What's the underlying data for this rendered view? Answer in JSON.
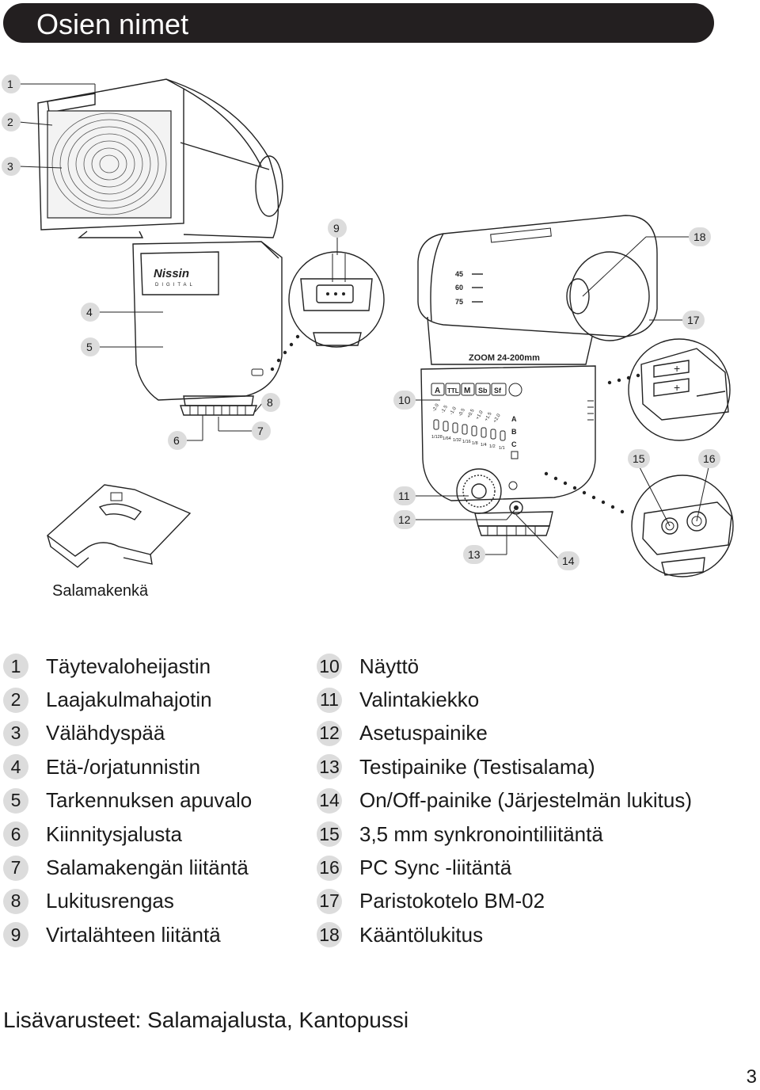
{
  "header": {
    "title": "Osien nimet"
  },
  "figure": {
    "device_brand": "Nissin",
    "device_brand_sub": "DIGITAL",
    "zoom_text": "ZOOM 24-200mm",
    "mode_buttons": [
      "A",
      "TTL",
      "M",
      "Sb",
      "Sf"
    ],
    "zoom_marks": [
      "45",
      "60",
      "75"
    ],
    "ev_scale": [
      "-2.0",
      "-1.5",
      "-1.0",
      "-0.5",
      "+0.5",
      "+1.0",
      "+1.5",
      "+2.0"
    ],
    "power_scale": [
      "1/128",
      "1/64",
      "1/32",
      "1/16",
      "1/8",
      "1/4",
      "1/2",
      "1/1"
    ],
    "group_letters": [
      "A",
      "B",
      "C"
    ],
    "callouts": [
      "1",
      "2",
      "3",
      "4",
      "5",
      "6",
      "7",
      "8",
      "9",
      "10",
      "11",
      "12",
      "13",
      "14",
      "15",
      "16",
      "17",
      "18"
    ]
  },
  "caption": {
    "shoe": "Salamakenkä"
  },
  "parts_left": [
    {
      "num": "1",
      "label": "Täytevaloheijastin"
    },
    {
      "num": "2",
      "label": "Laajakulmahajotin"
    },
    {
      "num": "3",
      "label": "Välähdyspää"
    },
    {
      "num": "4",
      "label": "Etä-/orjatunnistin"
    },
    {
      "num": "5",
      "label": "Tarkennuksen apuvalo"
    },
    {
      "num": "6",
      "label": "Kiinnitysjalusta"
    },
    {
      "num": "7",
      "label": "Salamakengän liitäntä"
    },
    {
      "num": "8",
      "label": "Lukitusrengas"
    },
    {
      "num": "9",
      "label": "Virtalähteen liitäntä"
    }
  ],
  "parts_right": [
    {
      "num": "10",
      "label": "Näyttö"
    },
    {
      "num": "11",
      "label": "Valintakiekko"
    },
    {
      "num": "12",
      "label": "Asetuspainike"
    },
    {
      "num": "13",
      "label": "Testipainike (Testisalama)"
    },
    {
      "num": "14",
      "label": "On/Off-painike (Järjestelmän lukitus)"
    },
    {
      "num": "15",
      "label": "3,5 mm synkronointiliitäntä"
    },
    {
      "num": "16",
      "label": "PC Sync -liitäntä"
    },
    {
      "num": "17",
      "label": "Paristokotelo BM-02"
    },
    {
      "num": "18",
      "label": "Kääntölukitus"
    }
  ],
  "accessories": "Lisävarusteet: Salamajalusta, Kantopussi",
  "page_number": "3"
}
